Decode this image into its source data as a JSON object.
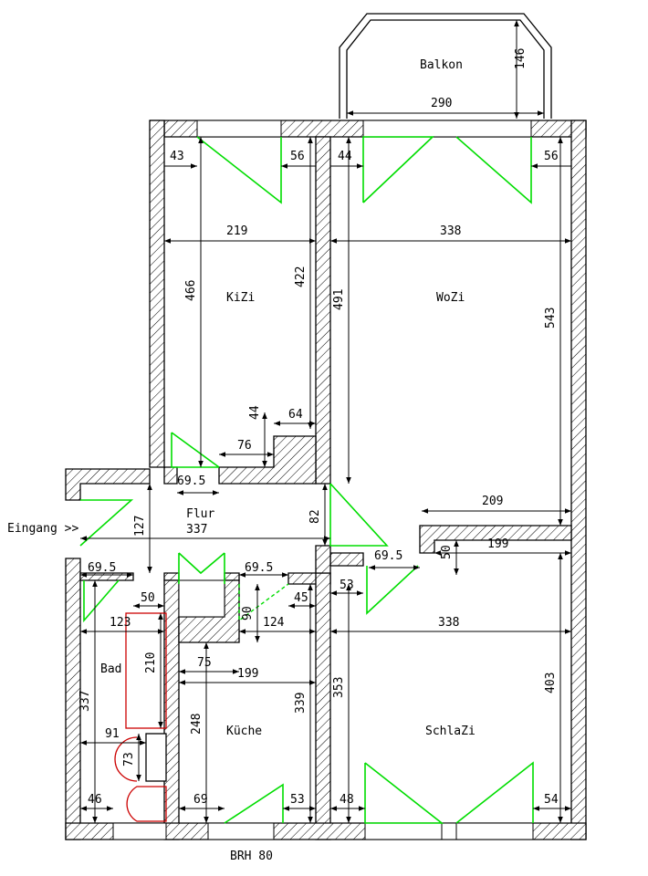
{
  "rooms": {
    "balkon": "Balkon",
    "kizi": "KiZi",
    "wozi": "WoZi",
    "flur": "Flur",
    "bad": "Bad",
    "kueche": "Küche",
    "schlazi": "SchlaZi"
  },
  "entrance_label": "Eingang >>",
  "footer_note": "BRH 80",
  "dimensions": {
    "balkon_height": "146",
    "balkon_width": "290",
    "kizi_win_left": "43",
    "kizi_win_right": "56",
    "wozi_win_left": "44",
    "wozi_win_right": "56",
    "kizi_width": "219",
    "wozi_width": "338",
    "kizi_height_466": "466",
    "kizi_height_422": "422",
    "wozi_left_491": "491",
    "wozi_height_543": "543",
    "kizi_step_44": "44",
    "kizi_step_64": "64",
    "kizi_step_76": "76",
    "kizi_door_695": "69.5",
    "flur_127": "127",
    "flur_337": "337",
    "flur_82": "82",
    "wozi_209": "209",
    "schlazi_top_199": "199",
    "schlazi_door_695": "69.5",
    "schlazi_50": "50",
    "bad_door_695": "69.5",
    "kueche_door_695": "69.5",
    "bad_50": "50",
    "kueche_90": "90",
    "kueche_45": "45",
    "schlazi_53_top": "53",
    "bad_123": "123",
    "kueche_124": "124",
    "schlazi_338": "338",
    "bad_210": "210",
    "kueche_75": "75",
    "kueche_199": "199",
    "bad_337": "337",
    "kueche_248": "248",
    "kueche_339": "339",
    "schlazi_353": "353",
    "schlazi_403": "403",
    "bad_91": "91",
    "bad_73": "73",
    "bad_46": "46",
    "kueche_69": "69",
    "kueche_53": "53",
    "schlazi_48": "48",
    "schlazi_54": "54"
  }
}
